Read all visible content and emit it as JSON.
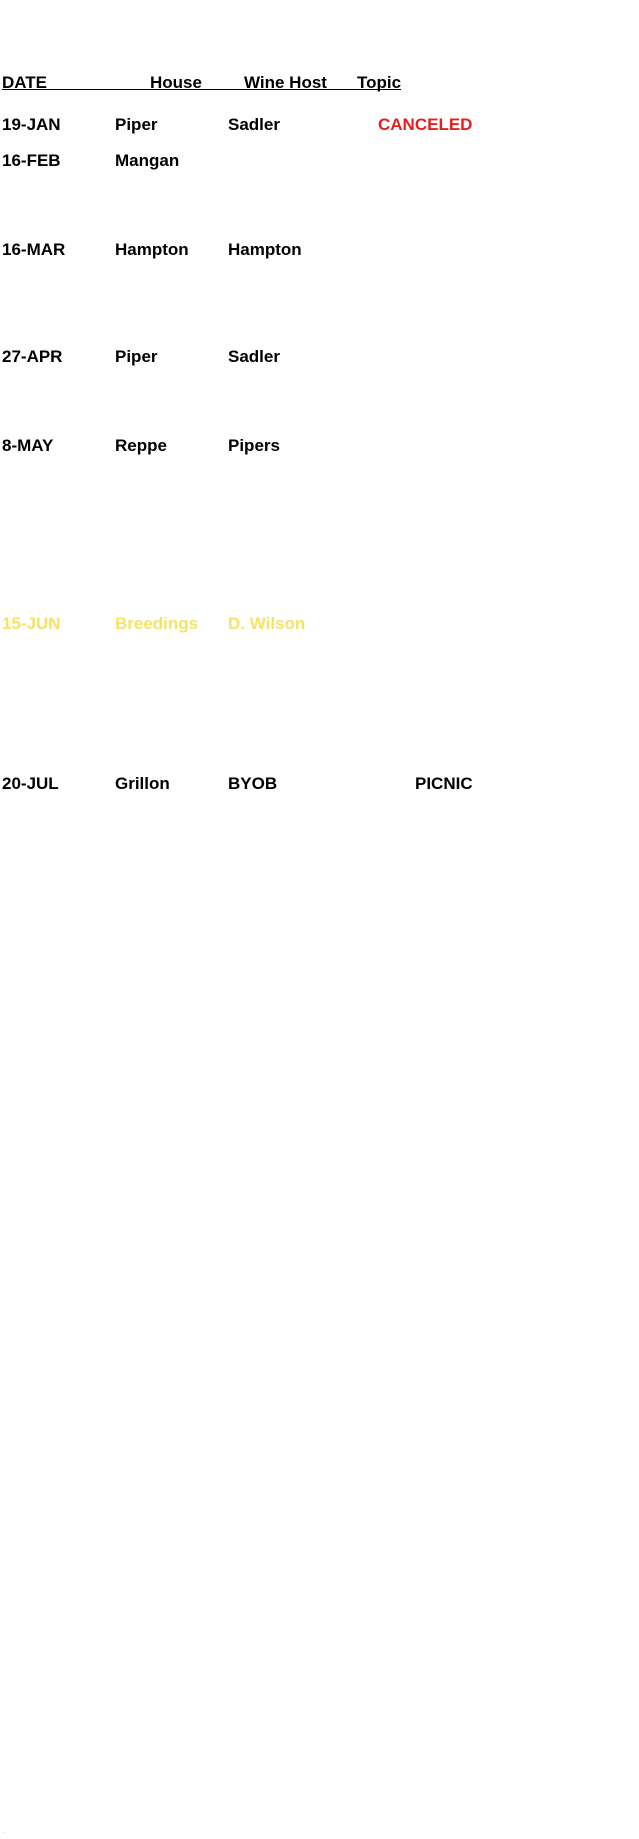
{
  "header": {
    "date": "DATE",
    "house": "House",
    "wine_host": "Wine Host",
    "topic": "Topic"
  },
  "rows": [
    {
      "date": "19-JAN",
      "house": "Piper",
      "host": "Sadler",
      "topic": "CANCELED",
      "topic_color": "#e81e1e"
    },
    {
      "date": "16-FEB",
      "house": "Mangan",
      "host": "",
      "topic": ""
    },
    {
      "date": "16-MAR",
      "house": "Hampton",
      "host": "Hampton",
      "topic": ""
    },
    {
      "date": "27-APR",
      "house": "Piper",
      "host": "Sadler",
      "topic": ""
    },
    {
      "date": "8-MAY",
      "house": "Reppe",
      "host": "Pipers",
      "topic": ""
    },
    {
      "date": "15-JUN",
      "house": "Breedings",
      "host": "D. Wilson",
      "topic": "",
      "row_color": "#f5e463"
    },
    {
      "date": "20-JUL",
      "house": "Grillon",
      "host": "BYOB",
      "topic": "PICNIC"
    }
  ],
  "colors": {
    "text": "#000000",
    "canceled": "#e81e1e",
    "highlight_row": "#f5e463"
  },
  "footer": {
    "mark": "."
  }
}
